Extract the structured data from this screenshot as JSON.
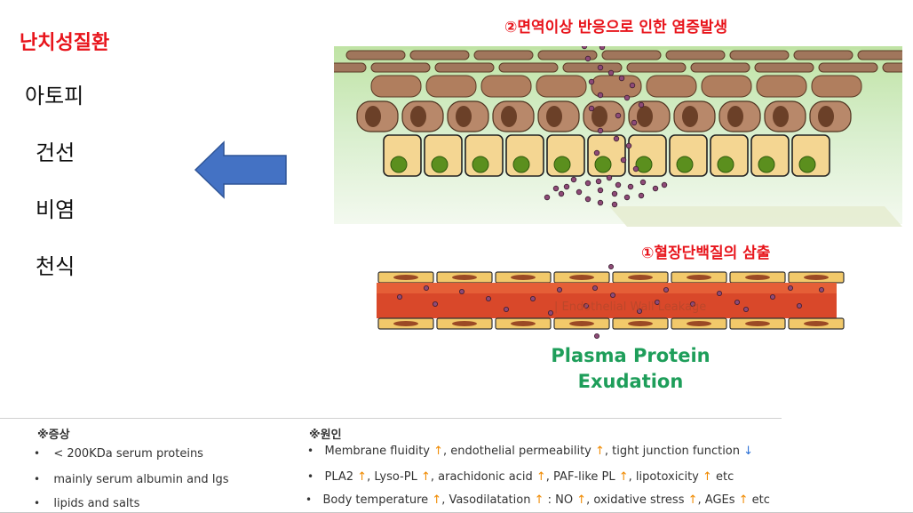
{
  "left": {
    "title": "난치성질환",
    "diseases": [
      "아토피",
      "건선",
      "비염",
      "천식"
    ]
  },
  "diagram": {
    "caption_top": "②면역이상 반응으로 인한 염증발생",
    "caption_mid": "①혈장단백질의 삼출",
    "vessel_label": "Endothelial Wall Leakage",
    "bottom_title_1": "Plasma Protein",
    "bottom_title_2": "Exudation"
  },
  "symptoms": {
    "heading": "※증상",
    "items": [
      "< 200KDa serum proteins",
      "mainly serum albumin and Igs",
      "lipids and salts"
    ]
  },
  "causes": {
    "heading": "※원인",
    "row1": {
      "a": "Membrane fluidity ",
      "b": ",  endothelial permeability ",
      "c": ",  tight junction function "
    },
    "row2": {
      "a": "PLA2 ",
      "b": ", Lyso-PL ",
      "c": ", arachidonic acid ",
      "d": ", PAF-like PL ",
      "e": ",  lipotoxicity ",
      "f": " etc"
    },
    "row3": {
      "a": "Body temperature ",
      "b": ", Vasodilatation ",
      "c": " : NO ",
      "d": ", oxidative stress ",
      "e": ", AGEs ",
      "f": " etc"
    },
    "up_arrow": "↑",
    "down_arrow": "↓"
  },
  "colors": {
    "accent_red": "#e8141b",
    "green": "#1e9e5a",
    "arrow_blue": "#4472c4",
    "up": "#f08a00",
    "down": "#2a6fd6"
  }
}
